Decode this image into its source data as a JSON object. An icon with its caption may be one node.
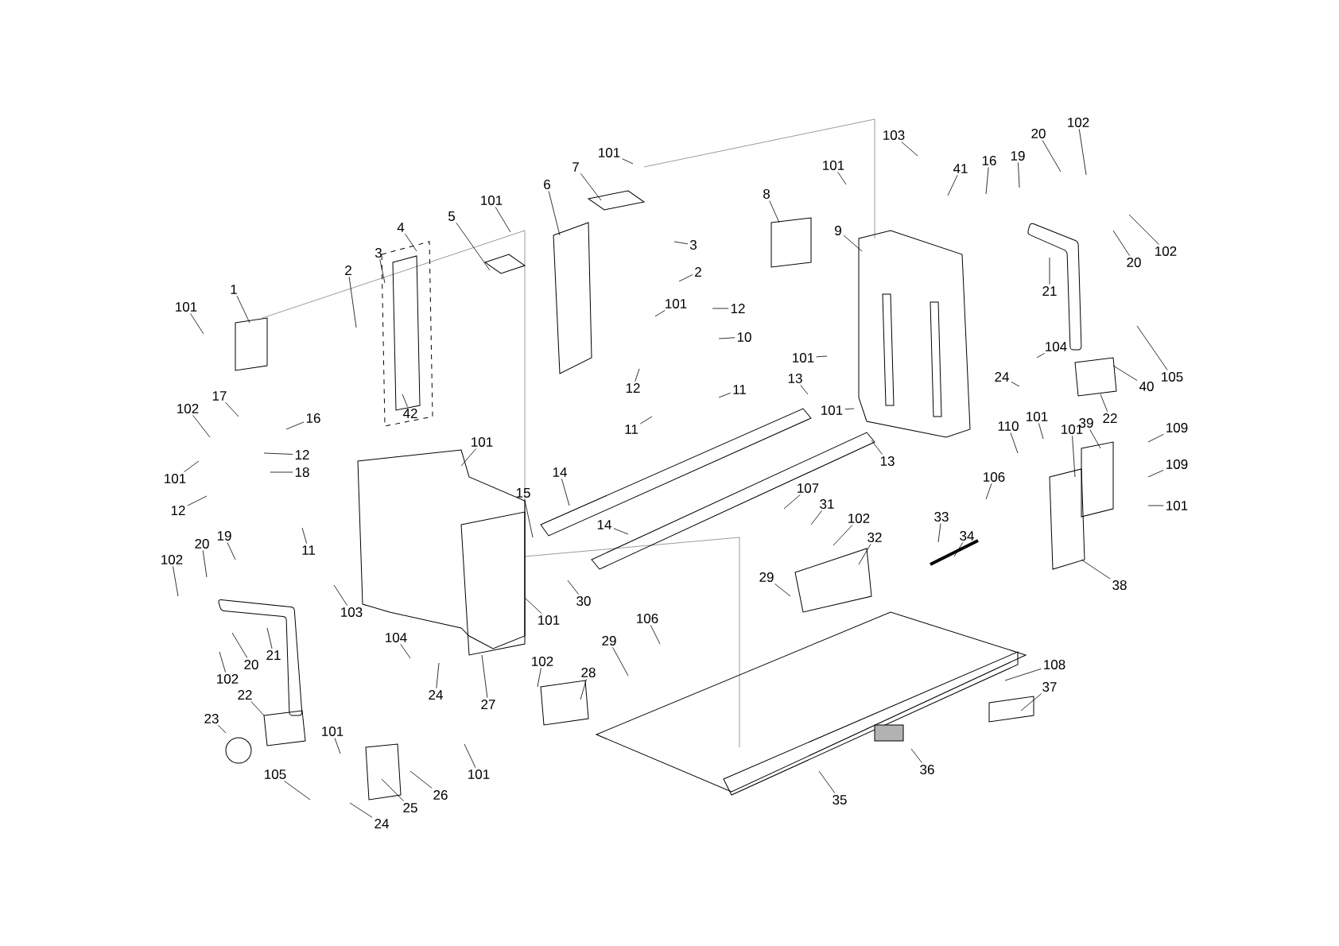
{
  "diagram": {
    "nodes": [
      {
        "text": [
          "1"
        ]
      },
      {
        "text": [
          "101"
        ]
      },
      {
        "text": [
          "2"
        ]
      },
      {
        "text": [
          "3"
        ]
      },
      {
        "text": [
          "4"
        ]
      },
      {
        "text": [
          "5"
        ]
      },
      {
        "text": [
          "101"
        ]
      },
      {
        "text": [
          "42"
        ]
      },
      {
        "text": [
          "6"
        ]
      },
      {
        "text": [
          "7"
        ]
      },
      {
        "text": [
          "101"
        ]
      },
      {
        "text": [
          "3"
        ]
      },
      {
        "text": [
          "2"
        ]
      },
      {
        "text": [
          "101"
        ]
      },
      {
        "text": [
          "12"
        ]
      },
      {
        "text": [
          "10"
        ]
      },
      {
        "text": [
          "12"
        ]
      },
      {
        "text": [
          "11"
        ]
      },
      {
        "text": [
          "11"
        ]
      },
      {
        "text": [
          "8"
        ]
      },
      {
        "text": [
          "101"
        ]
      },
      {
        "text": [
          "9"
        ]
      },
      {
        "text": [
          "101"
        ]
      },
      {
        "text": [
          "101"
        ]
      },
      {
        "text": [
          "13"
        ]
      },
      {
        "text": [
          "13"
        ]
      },
      {
        "text": [
          "103"
        ]
      },
      {
        "text": [
          "41"
        ]
      },
      {
        "text": [
          "16"
        ]
      },
      {
        "text": [
          "19"
        ]
      },
      {
        "text": [
          "20"
        ]
      },
      {
        "text": [
          "102"
        ]
      },
      {
        "text": [
          "102"
        ]
      },
      {
        "text": [
          "20"
        ]
      },
      {
        "text": [
          "21"
        ]
      },
      {
        "text": [
          "104"
        ]
      },
      {
        "text": [
          "24"
        ]
      },
      {
        "text": [
          "40"
        ]
      },
      {
        "text": [
          "105"
        ]
      },
      {
        "text": [
          "22"
        ]
      },
      {
        "text": [
          "110"
        ]
      },
      {
        "text": [
          "101"
        ]
      },
      {
        "text": [
          "101"
        ]
      },
      {
        "text": [
          "39"
        ]
      },
      {
        "text": [
          "109"
        ]
      },
      {
        "text": [
          "109"
        ]
      },
      {
        "text": [
          "101"
        ]
      },
      {
        "text": [
          "106"
        ]
      },
      {
        "text": [
          "33"
        ]
      },
      {
        "text": [
          "34"
        ]
      },
      {
        "text": [
          "38"
        ]
      },
      {
        "text": [
          "107"
        ]
      },
      {
        "text": [
          "31"
        ]
      },
      {
        "text": [
          "102"
        ]
      },
      {
        "text": [
          "32"
        ]
      },
      {
        "text": [
          "29"
        ]
      },
      {
        "text": [
          "14"
        ]
      },
      {
        "text": [
          "14"
        ]
      },
      {
        "text": [
          "15"
        ]
      },
      {
        "text": [
          "30"
        ]
      },
      {
        "text": [
          "101"
        ]
      },
      {
        "text": [
          "101"
        ]
      },
      {
        "text": [
          "27"
        ]
      },
      {
        "text": [
          "29"
        ]
      },
      {
        "text": [
          "106"
        ]
      },
      {
        "text": [
          "28"
        ]
      },
      {
        "text": [
          "102"
        ]
      },
      {
        "text": [
          "35"
        ]
      },
      {
        "text": [
          "36"
        ]
      },
      {
        "text": [
          "108"
        ]
      },
      {
        "text": [
          "37"
        ]
      },
      {
        "text": [
          "102"
        ]
      },
      {
        "text": [
          "17"
        ]
      },
      {
        "text": [
          "16"
        ]
      },
      {
        "text": [
          "12"
        ]
      },
      {
        "text": [
          "18"
        ]
      },
      {
        "text": [
          "101"
        ]
      },
      {
        "text": [
          "12"
        ]
      },
      {
        "text": [
          "11"
        ]
      },
      {
        "text": [
          "19"
        ]
      },
      {
        "text": [
          "20"
        ]
      },
      {
        "text": [
          "102"
        ]
      },
      {
        "text": [
          "21"
        ]
      },
      {
        "text": [
          "20"
        ]
      },
      {
        "text": [
          "102"
        ]
      },
      {
        "text": [
          "103"
        ]
      },
      {
        "text": [
          "104"
        ]
      },
      {
        "text": [
          "24"
        ]
      },
      {
        "text": [
          "22"
        ]
      },
      {
        "text": [
          "23"
        ]
      },
      {
        "text": [
          "101"
        ]
      },
      {
        "text": [
          "101"
        ]
      },
      {
        "text": [
          "26"
        ]
      },
      {
        "text": [
          "25"
        ]
      },
      {
        "text": [
          "105"
        ]
      },
      {
        "text": [
          "24"
        ]
      }
    ],
    "edges": [
      {
        "from": 0,
        "to": null,
        "arrow": "none"
      },
      {
        "from": 1,
        "to": null,
        "arrow": "none"
      },
      {
        "from": 2,
        "to": null,
        "arrow": "none"
      },
      {
        "from": 3,
        "to": null,
        "arrow": "none"
      },
      {
        "from": 4,
        "to": null,
        "arrow": "none"
      },
      {
        "from": 5,
        "to": null,
        "arrow": "none"
      },
      {
        "from": 6,
        "to": null,
        "arrow": "none"
      },
      {
        "from": 7,
        "to": null,
        "arrow": "none"
      },
      {
        "from": 8,
        "to": null,
        "arrow": "none"
      },
      {
        "from": 9,
        "to": null,
        "arrow": "none"
      },
      {
        "from": 10,
        "to": null,
        "arrow": "none"
      },
      {
        "from": 11,
        "to": null,
        "arrow": "none"
      },
      {
        "from": 12,
        "to": null,
        "arrow": "none"
      },
      {
        "from": 13,
        "to": null,
        "arrow": "none"
      },
      {
        "from": 14,
        "to": null,
        "arrow": "none"
      },
      {
        "from": 15,
        "to": null,
        "arrow": "none"
      },
      {
        "from": 16,
        "to": null,
        "arrow": "none"
      },
      {
        "from": 17,
        "to": null,
        "arrow": "none"
      },
      {
        "from": 18,
        "to": null,
        "arrow": "none"
      },
      {
        "from": 19,
        "to": null,
        "arrow": "none"
      },
      {
        "from": 20,
        "to": null,
        "arrow": "none"
      },
      {
        "from": 21,
        "to": null,
        "arrow": "none"
      },
      {
        "from": 22,
        "to": null,
        "arrow": "none"
      },
      {
        "from": 23,
        "to": null,
        "arrow": "none"
      },
      {
        "from": 24,
        "to": null,
        "arrow": "none"
      },
      {
        "from": 25,
        "to": null,
        "arrow": "none"
      },
      {
        "from": 26,
        "to": null,
        "arrow": "none"
      },
      {
        "from": 27,
        "to": null,
        "arrow": "none"
      },
      {
        "from": 28,
        "to": null,
        "arrow": "none"
      },
      {
        "from": 29,
        "to": null,
        "arrow": "none"
      },
      {
        "from": 30,
        "to": null,
        "arrow": "none"
      },
      {
        "from": 31,
        "to": null,
        "arrow": "none"
      },
      {
        "from": 32,
        "to": null,
        "arrow": "none"
      },
      {
        "from": 33,
        "to": null,
        "arrow": "none"
      },
      {
        "from": 34,
        "to": null,
        "arrow": "none"
      },
      {
        "from": 35,
        "to": null,
        "arrow": "none"
      },
      {
        "from": 36,
        "to": null,
        "arrow": "none"
      },
      {
        "from": 37,
        "to": null,
        "arrow": "none"
      },
      {
        "from": 38,
        "to": null,
        "arrow": "none"
      },
      {
        "from": 39,
        "to": null,
        "arrow": "none"
      },
      {
        "from": 40,
        "to": null,
        "arrow": "none"
      },
      {
        "from": 41,
        "to": null,
        "arrow": "none"
      },
      {
        "from": 42,
        "to": null,
        "arrow": "none"
      },
      {
        "from": 43,
        "to": null,
        "arrow": "none"
      },
      {
        "from": 44,
        "to": null,
        "arrow": "none"
      },
      {
        "from": 45,
        "to": null,
        "arrow": "none"
      },
      {
        "from": 46,
        "to": null,
        "arrow": "none"
      },
      {
        "from": 47,
        "to": null,
        "arrow": "none"
      },
      {
        "from": 48,
        "to": null,
        "arrow": "none"
      },
      {
        "from": 49,
        "to": null,
        "arrow": "none"
      },
      {
        "from": 50,
        "to": null,
        "arrow": "none"
      },
      {
        "from": 51,
        "to": null,
        "arrow": "none"
      },
      {
        "from": 52,
        "to": null,
        "arrow": "none"
      },
      {
        "from": 53,
        "to": null,
        "arrow": "none"
      },
      {
        "from": 54,
        "to": null,
        "arrow": "none"
      },
      {
        "from": 55,
        "to": null,
        "arrow": "none"
      },
      {
        "from": 56,
        "to": null,
        "arrow": "none"
      },
      {
        "from": 57,
        "to": null,
        "arrow": "none"
      },
      {
        "from": 58,
        "to": null,
        "arrow": "none"
      },
      {
        "from": 59,
        "to": null,
        "arrow": "none"
      },
      {
        "from": 60,
        "to": null,
        "arrow": "none"
      },
      {
        "from": 61,
        "to": null,
        "arrow": "none"
      },
      {
        "from": 62,
        "to": null,
        "arrow": "none"
      },
      {
        "from": 63,
        "to": null,
        "arrow": "none"
      },
      {
        "from": 64,
        "to": null,
        "arrow": "none"
      },
      {
        "from": 65,
        "to": null,
        "arrow": "none"
      },
      {
        "from": 66,
        "to": null,
        "arrow": "none"
      },
      {
        "from": 67,
        "to": null,
        "arrow": "none"
      },
      {
        "from": 68,
        "to": null,
        "arrow": "none"
      },
      {
        "from": 69,
        "to": null,
        "arrow": "none"
      },
      {
        "from": 70,
        "to": null,
        "arrow": "none"
      },
      {
        "from": 71,
        "to": null,
        "arrow": "none"
      },
      {
        "from": 72,
        "to": null,
        "arrow": "none"
      },
      {
        "from": 73,
        "to": null,
        "arrow": "none"
      },
      {
        "from": 74,
        "to": null,
        "arrow": "none"
      },
      {
        "from": 75,
        "to": null,
        "arrow": "none"
      },
      {
        "from": 76,
        "to": null,
        "arrow": "none"
      },
      {
        "from": 77,
        "to": null,
        "arrow": "none"
      },
      {
        "from": 78,
        "to": null,
        "arrow": "none"
      },
      {
        "from": 79,
        "to": null,
        "arrow": "none"
      },
      {
        "from": 80,
        "to": null,
        "arrow": "none"
      },
      {
        "from": 81,
        "to": null,
        "arrow": "none"
      },
      {
        "from": 82,
        "to": null,
        "arrow": "none"
      },
      {
        "from": 83,
        "to": null,
        "arrow": "none"
      },
      {
        "from": 84,
        "to": null,
        "arrow": "none"
      },
      {
        "from": 85,
        "to": null,
        "arrow": "none"
      },
      {
        "from": 86,
        "to": null,
        "arrow": "none"
      },
      {
        "from": 87,
        "to": null,
        "arrow": "none"
      },
      {
        "from": 88,
        "to": null,
        "arrow": "none"
      },
      {
        "from": 89,
        "to": null,
        "arrow": "none"
      },
      {
        "from": 90,
        "to": null,
        "arrow": "none"
      },
      {
        "from": 91,
        "to": null,
        "arrow": "none"
      },
      {
        "from": 92,
        "to": null,
        "arrow": "none"
      },
      {
        "from": 93,
        "to": null,
        "arrow": "none"
      },
      {
        "from": 94,
        "to": null,
        "arrow": "none"
      },
      {
        "from": 95,
        "to": null,
        "arrow": "none"
      }
    ]
  }
}
